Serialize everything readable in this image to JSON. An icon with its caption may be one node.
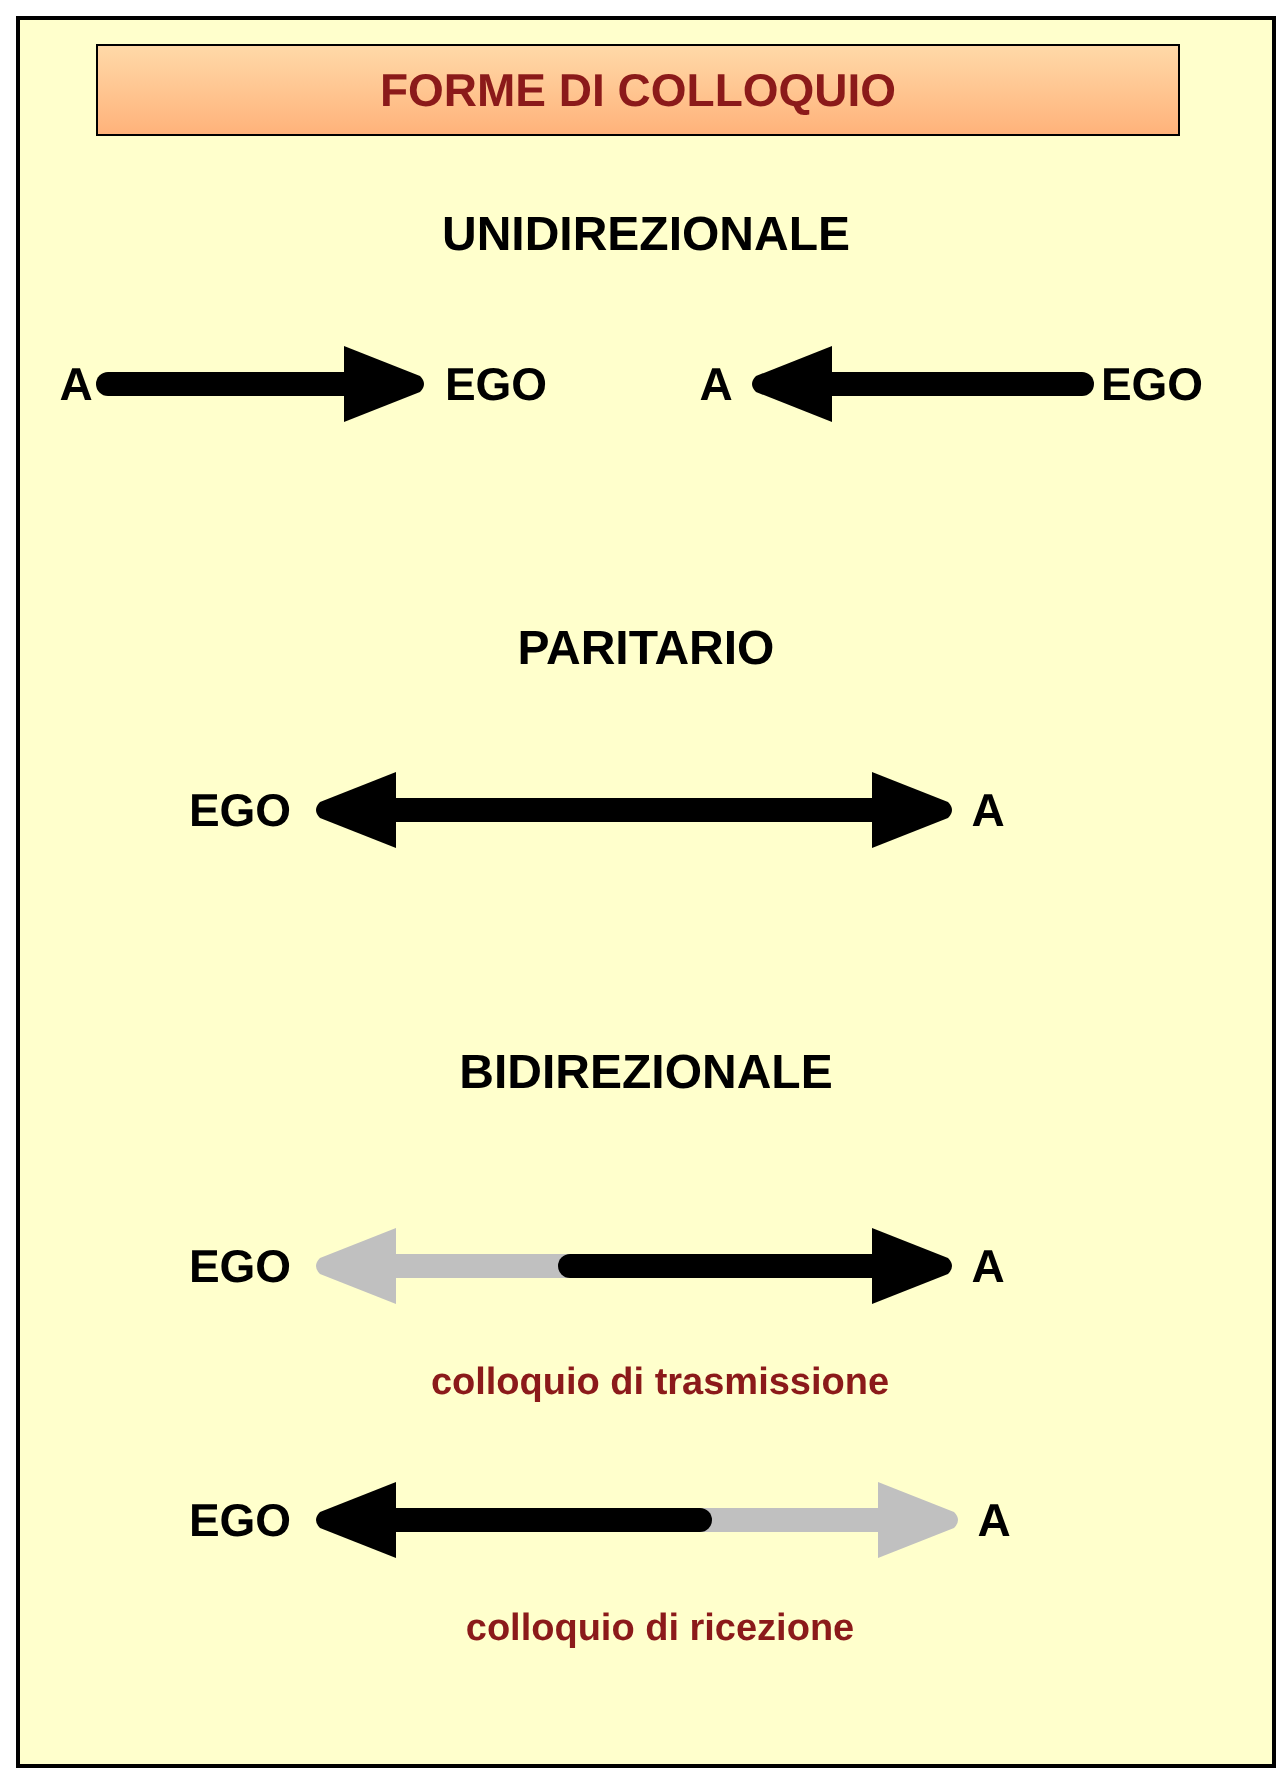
{
  "diagram": {
    "nodes": [
      {
        "text": [
          "FORME DI COLLOQUIO"
        ]
      },
      {
        "text": [
          "A"
        ]
      },
      {
        "text": [
          "EGO"
        ]
      },
      {
        "text": [
          "A"
        ]
      },
      {
        "text": [
          "EGO"
        ]
      },
      {
        "text": [
          "EGO"
        ]
      },
      {
        "text": [
          "A"
        ]
      },
      {
        "text": [
          "EGO"
        ]
      },
      {
        "text": [
          "A"
        ]
      },
      {
        "text": [
          "EGO"
        ]
      },
      {
        "text": [
          "A"
        ]
      }
    ],
    "edges": [
      {
        "from": 1,
        "to": 2,
        "arrow": "to"
      },
      {
        "from": 4,
        "to": 3,
        "arrow": "to"
      },
      {
        "from": 5,
        "to": 6,
        "arrow": "both"
      },
      {
        "from": null,
        "to": 7,
        "arrow": "to",
        "color": "#c0c0c0"
      },
      {
        "from": null,
        "to": 8,
        "arrow": "to"
      },
      {
        "from": null,
        "to": 9,
        "arrow": "to"
      },
      {
        "from": null,
        "to": 10,
        "arrow": "to",
        "color": "#c0c0c0"
      }
    ],
    "labels": [
      "UNIDIREZIONALE",
      "PARITARIO",
      "BIDIREZIONALE",
      "colloquio di trasmissione",
      "colloquio di ricezione"
    ]
  }
}
